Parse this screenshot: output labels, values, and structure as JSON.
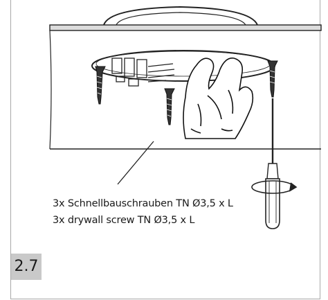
{
  "caption": {
    "line1": "3x Schnellbauschrauben TN Ø3,5 x L",
    "line2": "3x drywall screw TN Ø3,5 x L"
  },
  "step": {
    "number": "2.7"
  },
  "illustration": {
    "parts": [
      "ceiling-board",
      "mounting-plate",
      "drywall-screw",
      "hand",
      "screwdriver",
      "rotation-arrow"
    ]
  }
}
